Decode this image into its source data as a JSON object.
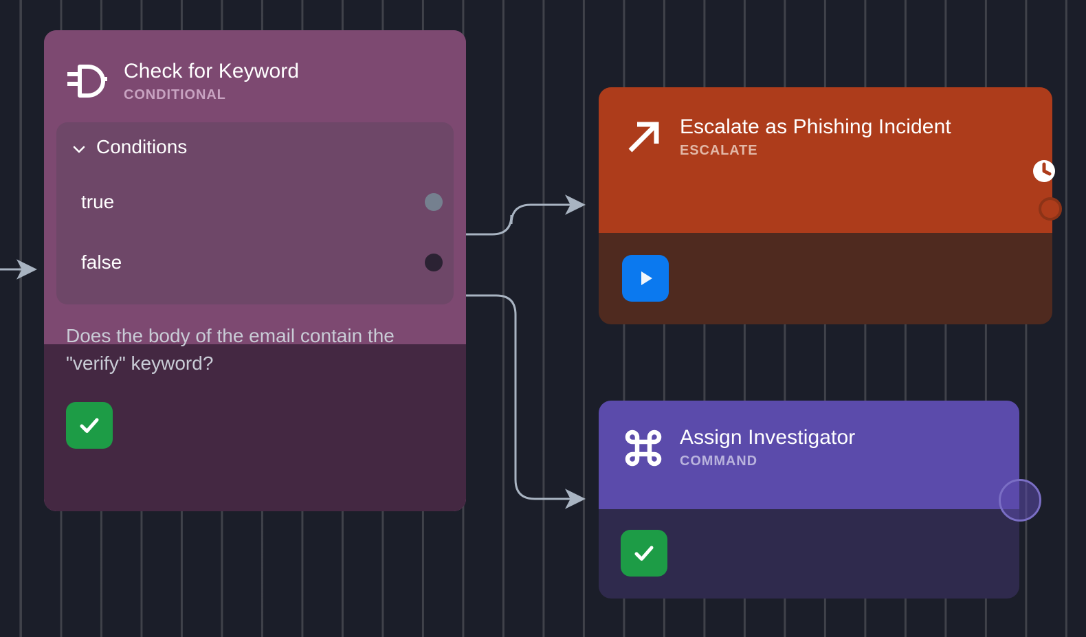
{
  "canvas": {
    "background_color": "#1b1e29",
    "grid": "dashed-dot-grid"
  },
  "nodes": [
    {
      "id": "check-for-keyword",
      "title": "Check for Keyword",
      "kind": "CONDITIONAL",
      "icon": "logic-gate-icon",
      "accent_color": "#7d4971",
      "panel": {
        "header": "Conditions",
        "collapse_icon": "chevron-down-icon",
        "rows": [
          {
            "label": "true",
            "port_color": "#75808f"
          },
          {
            "label": "false",
            "port_color": "#2b2233"
          }
        ]
      },
      "description": "Does the body of the email contain the \"verify\" keyword?",
      "status": {
        "icon": "check-icon",
        "color": "#1d9c46"
      }
    },
    {
      "id": "escalate-as-phishing-incident",
      "title": "Escalate as Phishing Incident",
      "kind": "ESCALATE",
      "icon": "arrow-up-right-icon",
      "accent_color": "#ad3c1b",
      "body_color": "#4f2a1f",
      "status": {
        "icon": "play-icon",
        "color": "#0b79ef"
      },
      "corner_icon": "clock-icon",
      "output_port_color": "#ad3c1b"
    },
    {
      "id": "assign-investigator",
      "title": "Assign Investigator",
      "kind": "COMMAND",
      "icon": "command-key-icon",
      "accent_color": "#5b4bab",
      "body_color": "#2f2a4d",
      "status": {
        "icon": "check-icon",
        "color": "#1d9c46"
      },
      "output_port_color": "#7a6ec4"
    }
  ],
  "edges": [
    {
      "id": "edge-incoming",
      "from": "canvas-left",
      "to": "check-for-keyword",
      "color": "#a9b4c2"
    },
    {
      "id": "edge-true",
      "from": "check-for-keyword.true",
      "to": "escalate-as-phishing-incident",
      "color": "#a9b4c2"
    },
    {
      "id": "edge-false",
      "from": "check-for-keyword.false",
      "to": "assign-investigator",
      "color": "#a9b4c2"
    }
  ]
}
